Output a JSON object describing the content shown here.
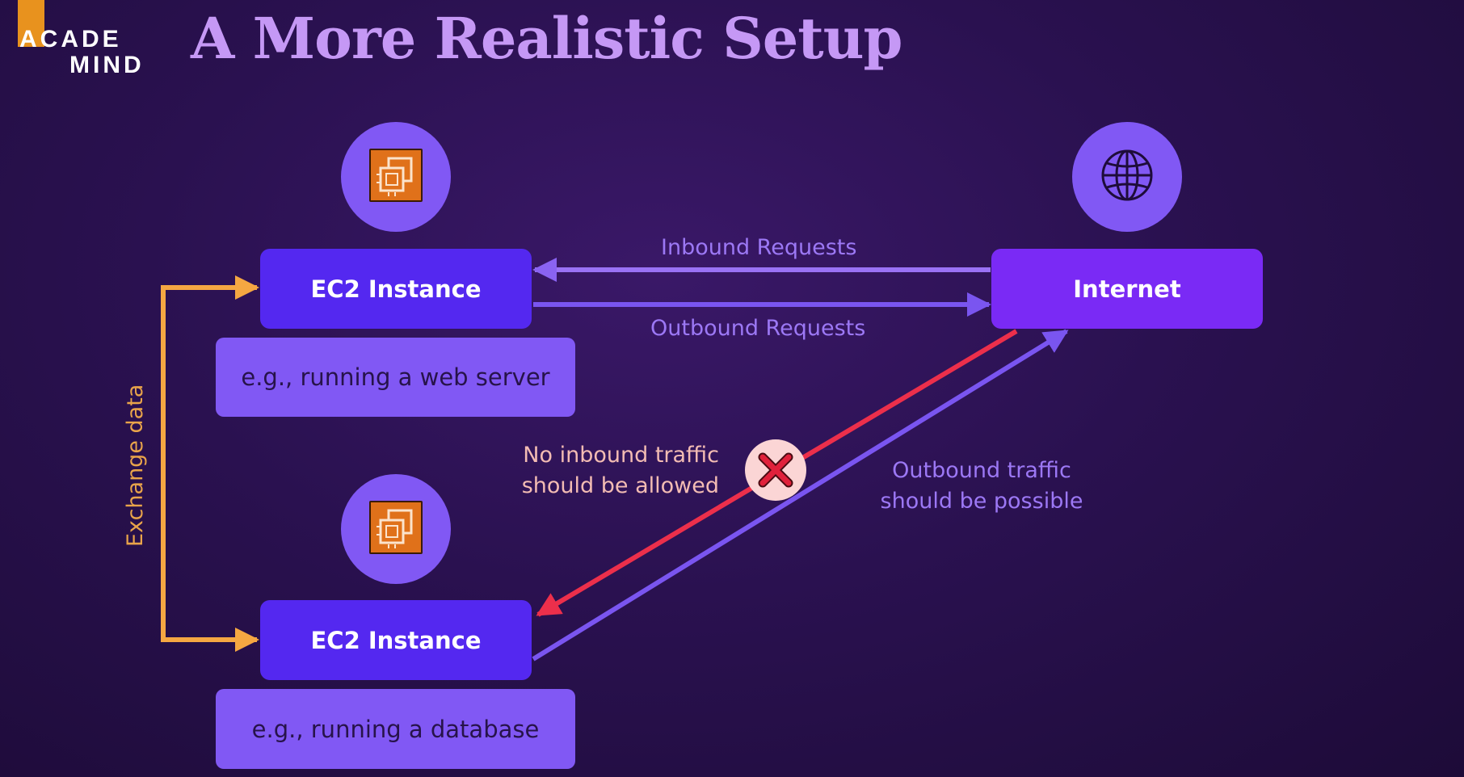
{
  "logo": {
    "line1": "ACADE",
    "line2": "MIND"
  },
  "title": "A More Realistic Setup",
  "nodes": {
    "ec2_top": {
      "label": "EC2 Instance",
      "description": "e.g., running a web server",
      "icon": "ec2-chip-icon"
    },
    "ec2_bottom": {
      "label": "EC2 Instance",
      "description": "e.g., running a database",
      "icon": "ec2-chip-icon"
    },
    "internet": {
      "label": "Internet",
      "icon": "globe-icon"
    }
  },
  "edges": {
    "inbound": "Inbound Requests",
    "outbound": "Outbound Requests",
    "exchange": "Exchange data",
    "no_inbound": [
      "No inbound traffic",
      "should be allowed"
    ],
    "outbound_traffic": [
      "Outbound traffic",
      "should be possible"
    ]
  },
  "colors": {
    "ec2_box": "#5428f0",
    "internet_box": "#7a2af5",
    "description_box": "#8158f4",
    "exchange_arrow": "#f5a742",
    "blocked_arrow": "#ec2f4b",
    "allowed_arrow": "#7a55f0"
  },
  "blocked_icon": "cross-icon"
}
